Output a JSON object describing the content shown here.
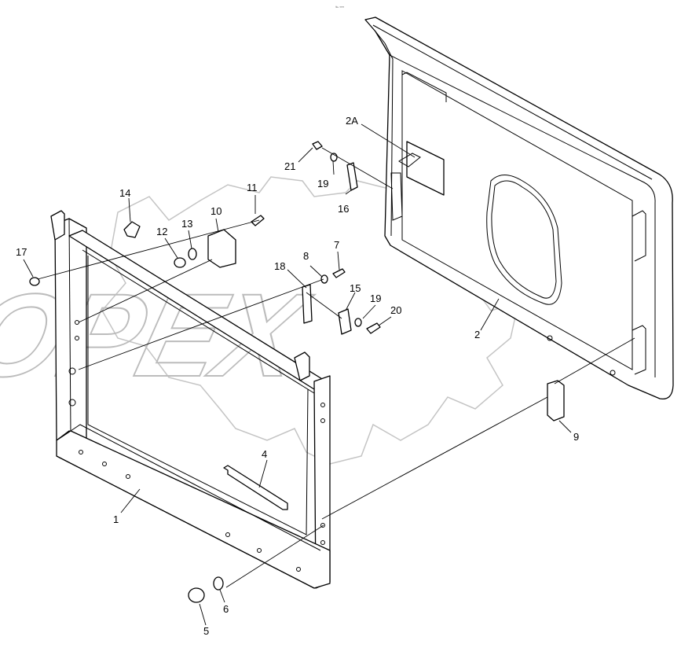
{
  "corner_mark": "℡ ∞∞",
  "watermark": {
    "text": "OPEX",
    "color": "#bcbcbc"
  },
  "callouts": [
    {
      "id": "c-2A",
      "text": "2A"
    },
    {
      "id": "c-21",
      "text": "21"
    },
    {
      "id": "c-19a",
      "text": "19"
    },
    {
      "id": "c-16",
      "text": "16"
    },
    {
      "id": "c-11",
      "text": "11"
    },
    {
      "id": "c-14",
      "text": "14"
    },
    {
      "id": "c-10",
      "text": "10"
    },
    {
      "id": "c-13",
      "text": "13"
    },
    {
      "id": "c-12",
      "text": "12"
    },
    {
      "id": "c-17",
      "text": "17"
    },
    {
      "id": "c-7",
      "text": "7"
    },
    {
      "id": "c-8",
      "text": "8"
    },
    {
      "id": "c-18",
      "text": "18"
    },
    {
      "id": "c-15",
      "text": "15"
    },
    {
      "id": "c-19b",
      "text": "19"
    },
    {
      "id": "c-20",
      "text": "20"
    },
    {
      "id": "c-2",
      "text": "2"
    },
    {
      "id": "c-9",
      "text": "9"
    },
    {
      "id": "c-4",
      "text": "4"
    },
    {
      "id": "c-1",
      "text": "1"
    },
    {
      "id": "c-6",
      "text": "6"
    },
    {
      "id": "c-5",
      "text": "5"
    }
  ]
}
